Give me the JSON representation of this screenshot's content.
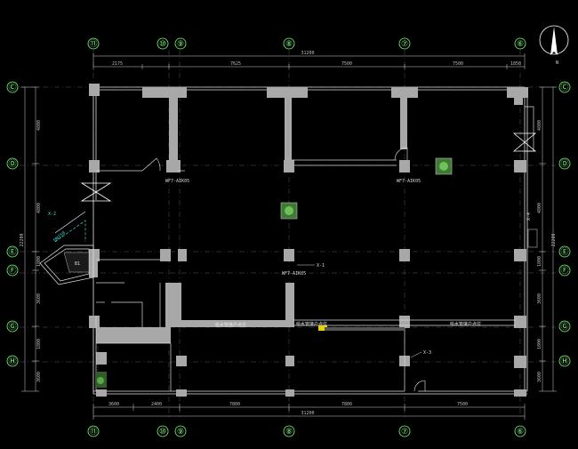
{
  "axes": {
    "top": [
      "⑪",
      "⑩",
      "⑨",
      "⑧",
      "⑦",
      "⑥"
    ],
    "bottom": [
      "⑪",
      "⑩",
      "⑨",
      "⑧",
      "⑦",
      "⑥"
    ],
    "left": [
      "Ⓒ",
      "Ⓓ",
      "Ⓔ",
      "Ⓕ",
      "Ⓖ",
      "Ⓗ"
    ],
    "right": [
      "Ⓒ",
      "Ⓓ",
      "Ⓔ",
      "Ⓕ",
      "Ⓖ",
      "Ⓗ"
    ]
  },
  "dimensions": {
    "top_total": "31200",
    "top_segments": [
      "2175",
      "7625",
      "7500",
      "7500",
      "1850"
    ],
    "bottom_total": "31200",
    "bottom_segments": [
      "3600",
      "2400",
      "7800",
      "7800",
      "7500"
    ],
    "left_total": "22200",
    "left_segments": [
      "4800",
      "4800",
      "1800",
      "3600",
      "1800",
      "3600"
    ],
    "right_total": "22200",
    "right_segments": [
      "4800",
      "4800",
      "1800",
      "3600",
      "1800",
      "3600"
    ]
  },
  "labels": {
    "riser_1": "WF7-AIK05",
    "riser_2": "WF7-AIK05",
    "riser_3": "WF7-AIK05",
    "x1": "X-1",
    "x2": "X-2",
    "x3": "X-3",
    "x4": "X-4",
    "x2_note": "DN150",
    "room_tag": "B1",
    "pipe_1": "给水管接户点位",
    "pipe_2": "给水管接户点位",
    "pipe_3": "给水管接户点位",
    "north": "N"
  }
}
